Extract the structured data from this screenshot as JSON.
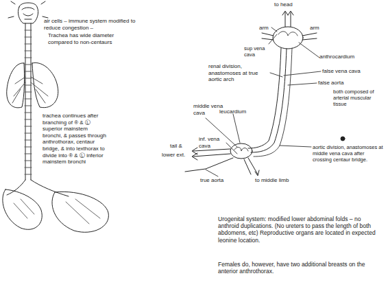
{
  "diagram": {
    "labels": [
      "air cells – immune system modified to reduce congestion –",
      "Trachea has wide diameter compared to non-centaurs",
      "trachea continues after branching of ® & Ⓛ superior mainstem bronchi, & passes through anthrothorax, centaur bridge, & into lexthorax to divide into ® & Ⓛ inferior mainstem bronchi",
      "to head",
      "arm",
      "arm",
      "sup vena cava",
      "anthrocardium",
      "false vena cava",
      "false aorta",
      "both composed of arterial muscular tissue",
      "renal division, anastomoses at true aortic arch",
      "middle vena cava",
      "leucardium",
      "inf. vena cava",
      "tail &",
      "lower ext.",
      "true aorta",
      "to middle limb",
      "aortic division, anastomoses at middle vena cava after crossing centaur bridge.",
      "Urogenital system: modified lower abdominal folds – no anthroid duplications. (No ureters to pass the length of both abdomens, etc) Reproductive organs are located in expected leonine location.",
      "Females do, however, have two additional breasts on the anterior anthrothorax."
    ]
  }
}
